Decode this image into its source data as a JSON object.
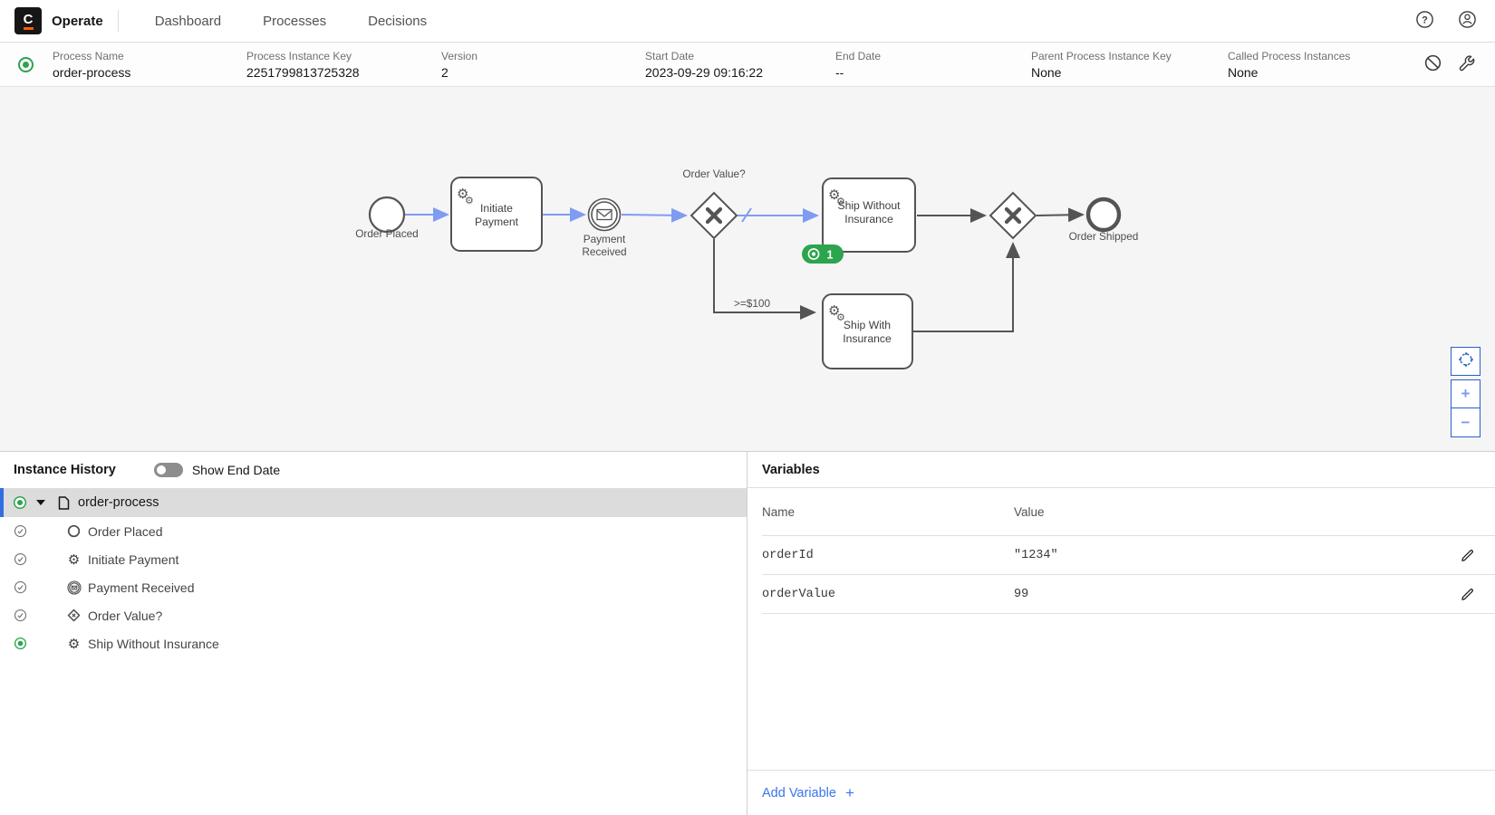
{
  "topnav": {
    "brand": "Operate",
    "links": [
      {
        "label": "Dashboard"
      },
      {
        "label": "Processes"
      },
      {
        "label": "Decisions"
      }
    ]
  },
  "instance_header": {
    "fields": [
      {
        "label": "Process Name",
        "value": "order-process"
      },
      {
        "label": "Process Instance Key",
        "value": "2251799813725328"
      },
      {
        "label": "Version",
        "value": "2"
      },
      {
        "label": "Start Date",
        "value": "2023-09-29 09:16:22"
      },
      {
        "label": "End Date",
        "value": "--"
      },
      {
        "label": "Parent Process Instance Key",
        "value": "None"
      },
      {
        "label": "Called Process Instances",
        "value": "None"
      }
    ]
  },
  "diagram": {
    "start": {
      "label": "Order Placed"
    },
    "task_initiate_payment": {
      "line1": "Initiate",
      "line2": "Payment"
    },
    "event_payment_received": {
      "line1": "Payment",
      "line2": "Received"
    },
    "gateway_split": {
      "label": "Order Value?"
    },
    "flow_condition": {
      "label": ">=$100"
    },
    "task_ship_without": {
      "line1": "Ship Without",
      "line2": "Insurance",
      "badge": "1"
    },
    "task_ship_with": {
      "line1": "Ship With",
      "line2": "Insurance"
    },
    "end": {
      "label": "Order Shipped"
    }
  },
  "history": {
    "title": "Instance History",
    "toggle_label": "Show End Date",
    "root": {
      "label": "order-process",
      "state": "active"
    },
    "items": [
      {
        "label": "Order Placed",
        "state": "completed",
        "type": "start-event"
      },
      {
        "label": "Initiate Payment",
        "state": "completed",
        "type": "service-task"
      },
      {
        "label": "Payment Received",
        "state": "completed",
        "type": "message-event"
      },
      {
        "label": "Order Value?",
        "state": "completed",
        "type": "gateway"
      },
      {
        "label": "Ship Without Insurance",
        "state": "active",
        "type": "service-task"
      }
    ]
  },
  "variables": {
    "title": "Variables",
    "columns": {
      "name": "Name",
      "value": "Value"
    },
    "rows": [
      {
        "name": "orderId",
        "value": "\"1234\""
      },
      {
        "name": "orderValue",
        "value": "99"
      }
    ],
    "add_label": "Add Variable",
    "add_icon": "+"
  },
  "controls": {
    "zoom_in": "+",
    "zoom_out": "−"
  },
  "colors": {
    "accent_blue": "#316ee0",
    "link_blue": "#3b74f0",
    "control_border_blue": "#2a5fc9",
    "active_green": "#2da44e",
    "processed_flow_blue": "#7f9cf2",
    "diagram_stroke": "#545454",
    "diagram_bg": "#f5f5f5",
    "selected_row_bg": "#dcdcdc"
  }
}
